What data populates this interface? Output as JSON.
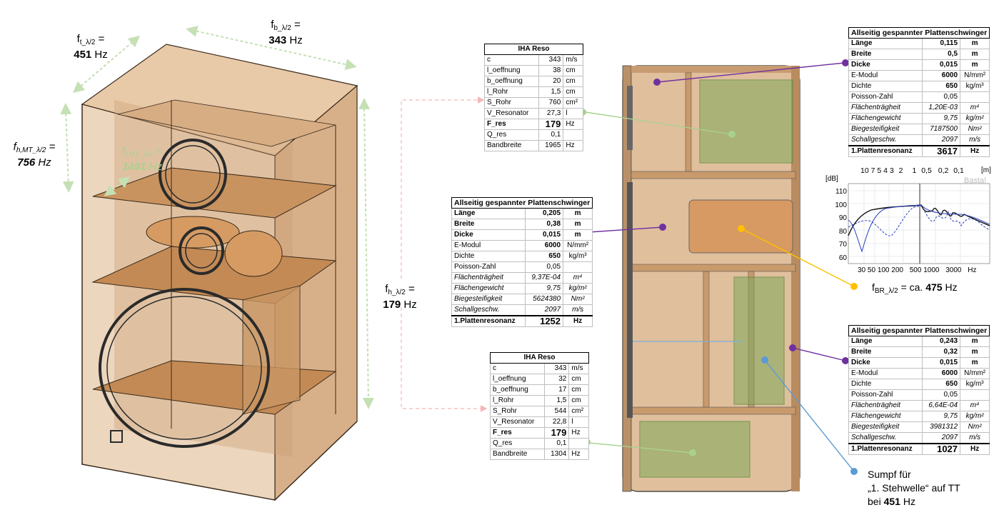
{
  "dims": {
    "ft": {
      "sym": "f",
      "sub": "t_λ/2",
      "eq": " =",
      "val": "451",
      "unit": " Hz"
    },
    "fb": {
      "sym": "f",
      "sub": "b_λ/2",
      "eq": " =",
      "val": "343",
      "unit": " Hz"
    },
    "fhmt": {
      "sym": "f",
      "sub": "h,MT_λ/2",
      "eq": " =",
      "val": "756",
      "unit": " Hz"
    },
    "ftmt": {
      "sym": "f",
      "sub": "t,MT_λ/2",
      "eq": " =",
      "val": "1491",
      "unit": " Hz"
    },
    "fh": {
      "sym": "f",
      "sub": "h_λ/2",
      "eq": " =",
      "val": "179",
      "unit": " Hz"
    }
  },
  "iha_top": {
    "title": "IHA Reso",
    "rows": [
      {
        "label": "c",
        "value": "343",
        "unit": "m/s"
      },
      {
        "label": "l_oeffnung",
        "value": "38",
        "unit": "cm"
      },
      {
        "label": "b_oeffnung",
        "value": "20",
        "unit": "cm"
      },
      {
        "label": "l_Rohr",
        "value": "1,5",
        "unit": "cm"
      },
      {
        "label": "S_Rohr",
        "value": "760",
        "unit": "cm²"
      },
      {
        "label": "V_Resonator",
        "value": "27,3",
        "unit": "l"
      },
      {
        "label": "F_res",
        "value": "179",
        "unit": "Hz"
      },
      {
        "label": "Q_res",
        "value": "0,1",
        "unit": ""
      },
      {
        "label": "Bandbreite",
        "value": "1965",
        "unit": "Hz"
      }
    ]
  },
  "iha_bottom": {
    "title": "IHA Reso",
    "rows": [
      {
        "label": "c",
        "value": "343",
        "unit": "m/s"
      },
      {
        "label": "l_oeffnung",
        "value": "32",
        "unit": "cm"
      },
      {
        "label": "b_oeffnung",
        "value": "17",
        "unit": "cm"
      },
      {
        "label": "l_Rohr",
        "value": "1,5",
        "unit": "cm"
      },
      {
        "label": "S_Rohr",
        "value": "544",
        "unit": "cm²"
      },
      {
        "label": "V_Resonator",
        "value": "22,8",
        "unit": "l"
      },
      {
        "label": "F_res",
        "value": "179",
        "unit": "Hz"
      },
      {
        "label": "Q_res",
        "value": "0,1",
        "unit": ""
      },
      {
        "label": "Bandbreite",
        "value": "1304",
        "unit": "Hz"
      }
    ]
  },
  "plate_mid": {
    "title": "Allseitig gespannter Plattenschwinger",
    "rows": [
      {
        "label": "Länge",
        "value": "0,205",
        "unit": "m"
      },
      {
        "label": "Breite",
        "value": "0,38",
        "unit": "m"
      },
      {
        "label": "Dicke",
        "value": "0,015",
        "unit": "m"
      },
      {
        "label": "E-Modul",
        "value": "6000",
        "unit": "N/mm²"
      },
      {
        "label": "Dichte",
        "value": "650",
        "unit": "kg/m³"
      },
      {
        "label": "Poisson-Zahl",
        "value": "0,05",
        "unit": ""
      },
      {
        "label": "Flächenträgheit",
        "value": "9,37E-04",
        "unit": "m⁴"
      },
      {
        "label": "Flächengewicht",
        "value": "9,75",
        "unit": "kg/m²"
      },
      {
        "label": "Biegesteifigkeit",
        "value": "5624380",
        "unit": "Nm²"
      },
      {
        "label": "Schallgeschw.",
        "value": "2097",
        "unit": "m/s"
      },
      {
        "label": "1.Plattenresonanz",
        "value": "1252",
        "unit": "Hz"
      }
    ]
  },
  "plate_top": {
    "title": "Allseitig gespannter Plattenschwinger",
    "rows": [
      {
        "label": "Länge",
        "value": "0,115",
        "unit": "m"
      },
      {
        "label": "Breite",
        "value": "0,5",
        "unit": "m"
      },
      {
        "label": "Dicke",
        "value": "0,015",
        "unit": "m"
      },
      {
        "label": "E-Modul",
        "value": "6000",
        "unit": "N/mm²"
      },
      {
        "label": "Dichte",
        "value": "650",
        "unit": "kg/m³"
      },
      {
        "label": "Poisson-Zahl",
        "value": "0,05",
        "unit": ""
      },
      {
        "label": "Flächenträgheit",
        "value": "1,20E-03",
        "unit": "m⁴"
      },
      {
        "label": "Flächengewicht",
        "value": "9,75",
        "unit": "kg/m²"
      },
      {
        "label": "Biegesteifigkeit",
        "value": "7187500",
        "unit": "Nm²"
      },
      {
        "label": "Schallgeschw.",
        "value": "2097",
        "unit": "m/s"
      },
      {
        "label": "1.Plattenresonanz",
        "value": "3617",
        "unit": "Hz"
      }
    ]
  },
  "plate_bot": {
    "title": "Allseitig gespannter Plattenschwinger",
    "rows": [
      {
        "label": "Länge",
        "value": "0,243",
        "unit": "m"
      },
      {
        "label": "Breite",
        "value": "0,32",
        "unit": "m"
      },
      {
        "label": "Dicke",
        "value": "0,015",
        "unit": "m"
      },
      {
        "label": "E-Modul",
        "value": "6000",
        "unit": "N/mm²"
      },
      {
        "label": "Dichte",
        "value": "650",
        "unit": "kg/m³"
      },
      {
        "label": "Poisson-Zahl",
        "value": "0,05",
        "unit": ""
      },
      {
        "label": "Flächenträgheit",
        "value": "6,64E-04",
        "unit": "m⁴"
      },
      {
        "label": "Flächengewicht",
        "value": "9,75",
        "unit": "kg/m²"
      },
      {
        "label": "Biegesteifigkeit",
        "value": "3981312",
        "unit": "Nm²"
      },
      {
        "label": "Schallgeschw.",
        "value": "2097",
        "unit": "m/s"
      },
      {
        "label": "1.Plattenresonanz",
        "value": "1027",
        "unit": "Hz"
      }
    ]
  },
  "fbr": {
    "prefix": "f",
    "sub": "BR_λ/2",
    "mid": " = ca. ",
    "val": "475",
    "unit": " Hz"
  },
  "sumpf": {
    "line1": "Sumpf für",
    "line2": "„1. Stehwelle“ auf TT",
    "line3_pre": "bei ",
    "line3_val": "451",
    "line3_unit": " Hz"
  },
  "graph": {
    "ylabel": "[dB]",
    "watermark": "Basta!",
    "top_unit": "[m]",
    "top_ticks": [
      "10",
      "7",
      "5",
      "4",
      "3",
      "2",
      "1",
      "0,5",
      "0,2",
      "0,1"
    ],
    "y_ticks": [
      "110",
      "100",
      "90",
      "80",
      "70",
      "60"
    ],
    "x_ticks": [
      "30",
      "50",
      "100",
      "200",
      "500",
      "1000",
      "3000",
      "Hz"
    ]
  },
  "colors": {
    "green": "#a9d18e",
    "purple": "#7030a0",
    "orange": "#ffc000",
    "blue": "#5b9bd5",
    "pink": "#f4b6b6"
  }
}
